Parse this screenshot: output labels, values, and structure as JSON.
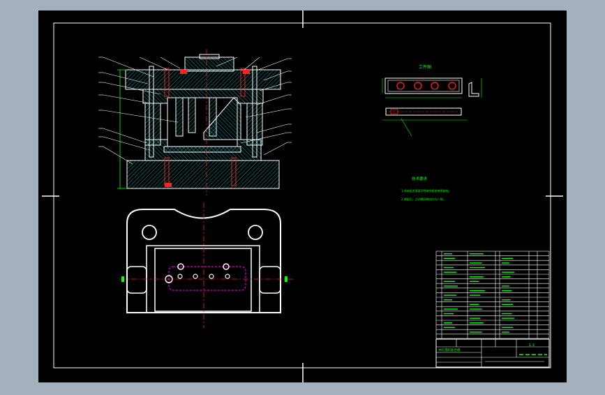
{
  "workpiece": {
    "title": "工件图"
  },
  "tech_req": {
    "title": "技术要求",
    "items": [
      "1.所有配合表面不得有划痕毛刺等缺陷。",
      "2.装配后，凸凹模间隙应均匀一致。"
    ]
  },
  "title_block": {
    "drawing_name": "冲孔落料复合模",
    "scale": "1:1"
  },
  "colors": {
    "canvas": "#a3b1bf",
    "sheet": "#000000",
    "line": "#ffffff",
    "hatch": "#00e5e5",
    "section": "#ff2020",
    "dim": "#00ff00",
    "hidden": "#ff00ff",
    "leader": "#ffff00"
  }
}
